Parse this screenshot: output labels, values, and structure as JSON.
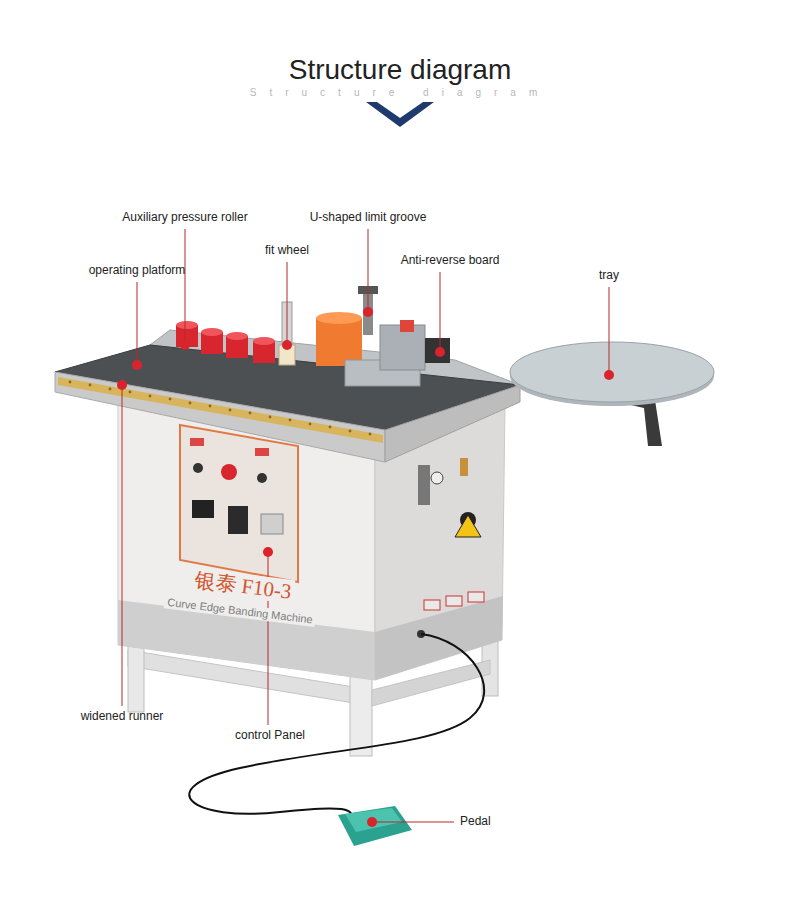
{
  "diagram": {
    "title": "Structure diagram",
    "labels": [
      "Structure diagram",
      "Auxiliary pressure roller",
      "U-shaped limit groove",
      "fit wheel",
      "Anti-reverse board",
      "operating platform",
      "tray",
      "银泰 F10-3",
      "Curve Edge Banding Machine",
      "widened runner",
      "control Panel",
      "Pedal"
    ]
  }
}
